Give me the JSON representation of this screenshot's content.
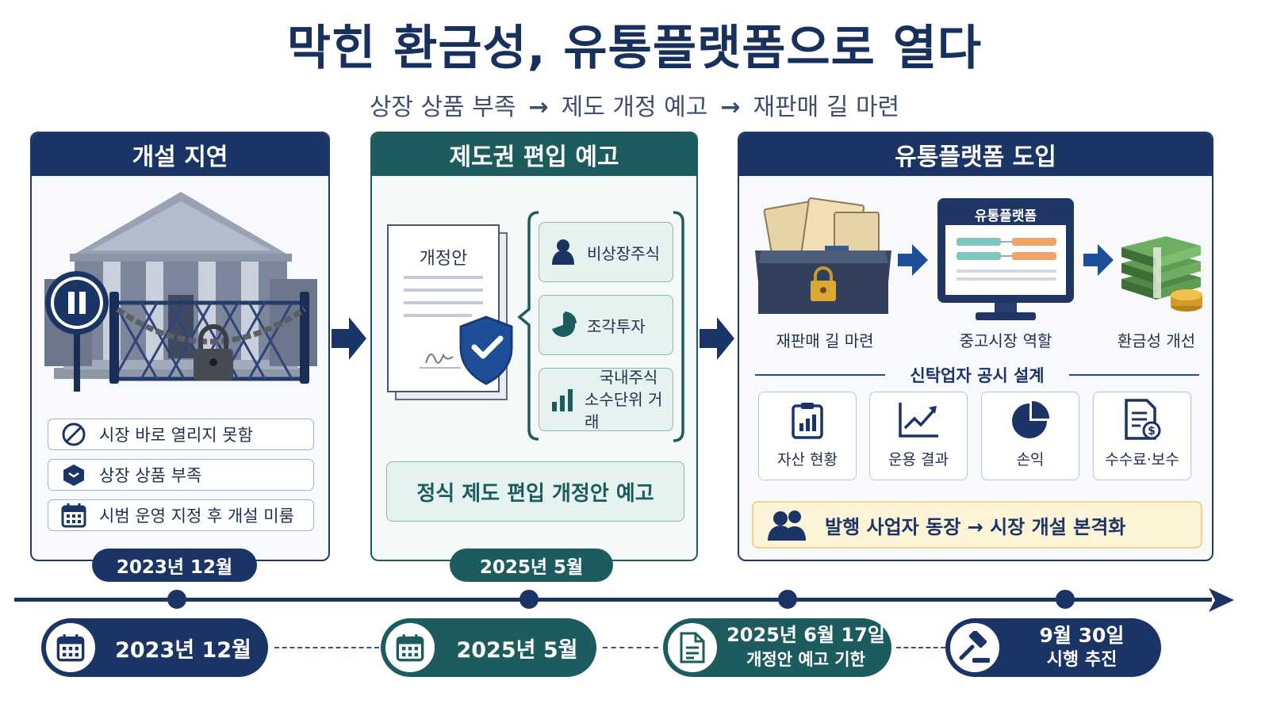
{
  "title": "막힌 환금성, 유통플랫폼으로 열다",
  "subtitle": {
    "step1": "상장 상품 부족",
    "step2": "제도 개정 예고",
    "step3": "재판매 길 마련",
    "arrow": "→"
  },
  "panel1": {
    "title": "개설 지연",
    "items": [
      {
        "label": "시장 바로 열리지 못함",
        "icon": "prohibited-icon"
      },
      {
        "label": "상장 상품 부족",
        "icon": "box-icon"
      },
      {
        "label": "시범 운영 지정 후 개설 미룸",
        "icon": "calendar-icon"
      }
    ],
    "date": "2023년 12월"
  },
  "panel2": {
    "title": "제도권 편입 예고",
    "doc_label": "개정안",
    "items": [
      {
        "label": "비상장주식",
        "icon": "person-icon"
      },
      {
        "label": "조각투자",
        "icon": "pie-chart-icon"
      },
      {
        "label_line1": "국내주식",
        "label_line2": "소수단위 거래",
        "icon": "bar-chart-icon"
      }
    ],
    "notice": "정식 제도 편입 개정안 예고",
    "date": "2025년 5월"
  },
  "panel3": {
    "title": "유통플랫폼 도입",
    "platform_label": "유통플랫폼",
    "flow": [
      "재판매 길 마련",
      "중고시장 역할",
      "환금성 개선"
    ],
    "disclosure_title": "신탁업자 공시 설계",
    "cards": [
      {
        "label": "자산 현황",
        "icon": "clipboard-chart-icon"
      },
      {
        "label": "운용 결과",
        "icon": "line-chart-icon"
      },
      {
        "label": "손익",
        "icon": "pie-chart-icon"
      },
      {
        "label": "수수료·보수",
        "icon": "fee-document-icon"
      }
    ],
    "banner": "발행 사업자 동장 → 시장 개설 본격화"
  },
  "timeline": [
    {
      "text": "2023년 12월",
      "icon": "calendar-icon"
    },
    {
      "text": "2025년 5월",
      "icon": "calendar-icon"
    },
    {
      "line1": "2025년 6월 17일",
      "line2": "개정안 예고 기한",
      "icon": "document-icon"
    },
    {
      "line1": "9월 30일",
      "line2": "시행 추진",
      "icon": "gavel-icon"
    }
  ],
  "colors": {
    "navy": "#1a3466",
    "teal": "#1d5c5e",
    "banner_bg": "#fdf3d6",
    "banner_border": "#f0d58a"
  }
}
